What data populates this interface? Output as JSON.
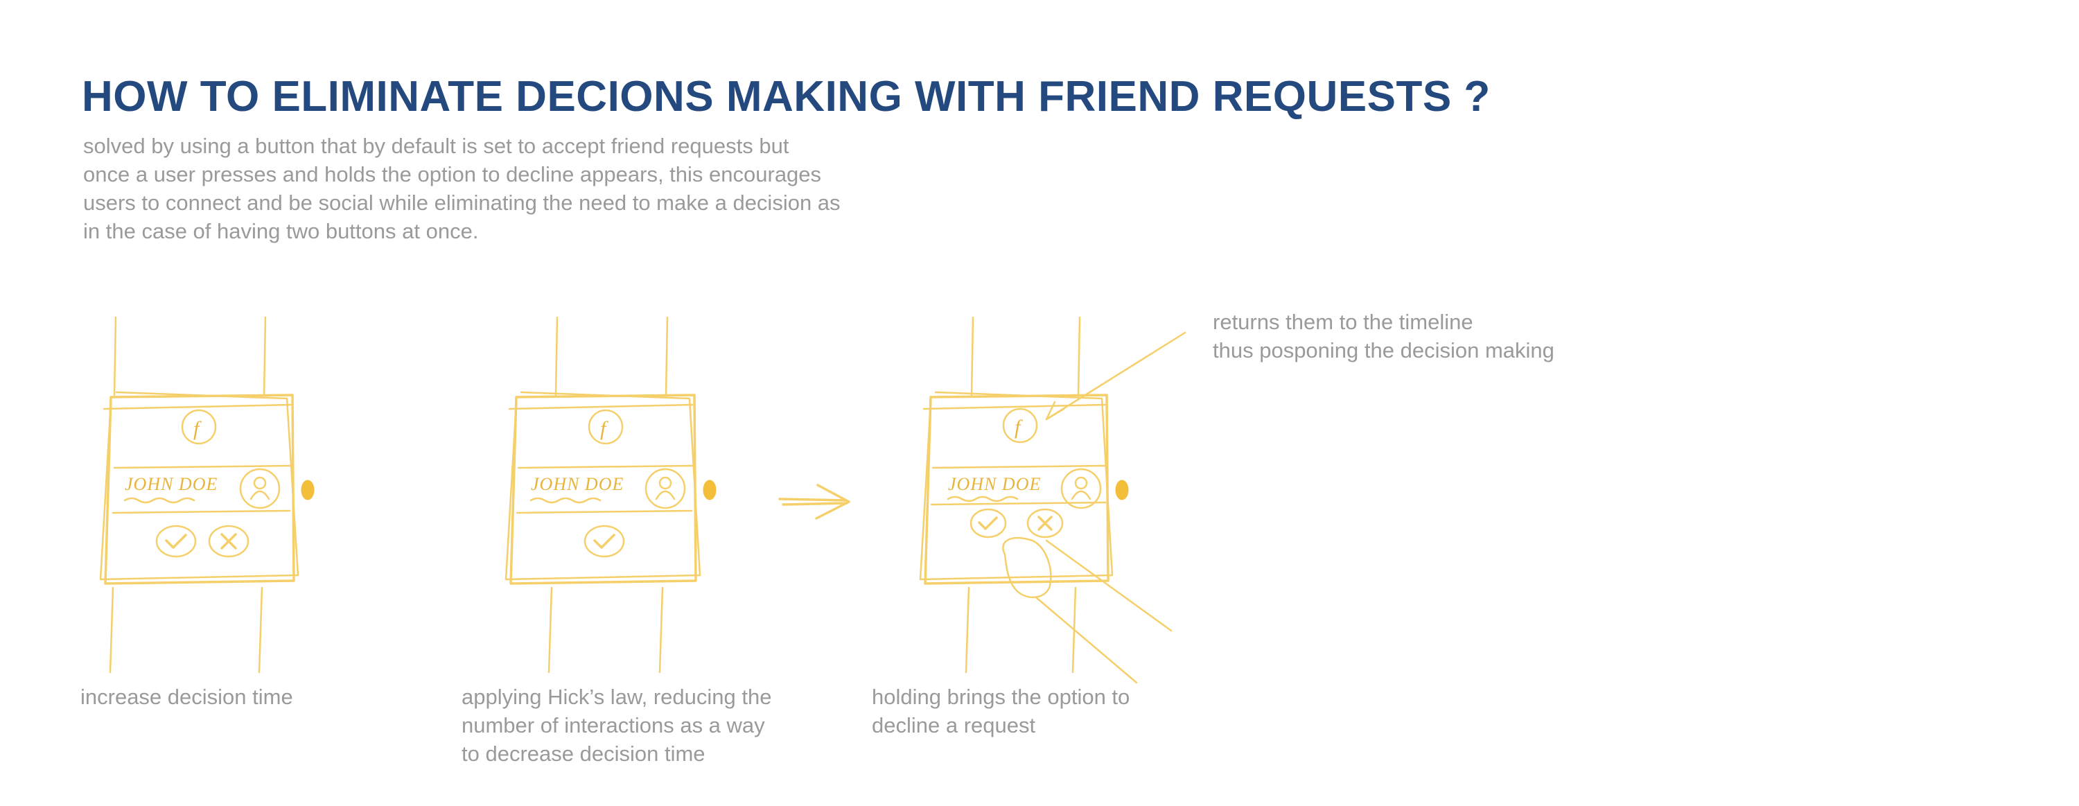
{
  "heading": {
    "title": "HOW TO ELIMINATE DECIONS MAKING WITH FRIEND REQUESTS ?",
    "description_lines": [
      "solved by using a button that by default is set to accept friend requests but",
      "once a user presses and holds the option to decline appears, this encourages",
      "users to connect and be social while eliminating the need to make a decision as",
      "in the case of having two buttons at once."
    ]
  },
  "watches": [
    {
      "name": "JOHN DOE",
      "brand_glyph": "f",
      "caption_lines": [
        "increase decision time"
      ]
    },
    {
      "name": "JOHN DOE",
      "brand_glyph": "f",
      "caption_lines": [
        "applying Hick’s law, reducing the",
        "number of interactions as a way",
        "to decrease decision time"
      ]
    },
    {
      "name": "JOHN DOE",
      "brand_glyph": "f",
      "caption_lines": [
        "holding brings the option to",
        "decline a request"
      ]
    }
  ],
  "annotation": {
    "lines": [
      "returns them to the timeline",
      "thus posponing the decision making"
    ]
  },
  "colors": {
    "title": "#24497e",
    "body_text": "#9a9a9a",
    "sketch": "#f5cf6a"
  }
}
